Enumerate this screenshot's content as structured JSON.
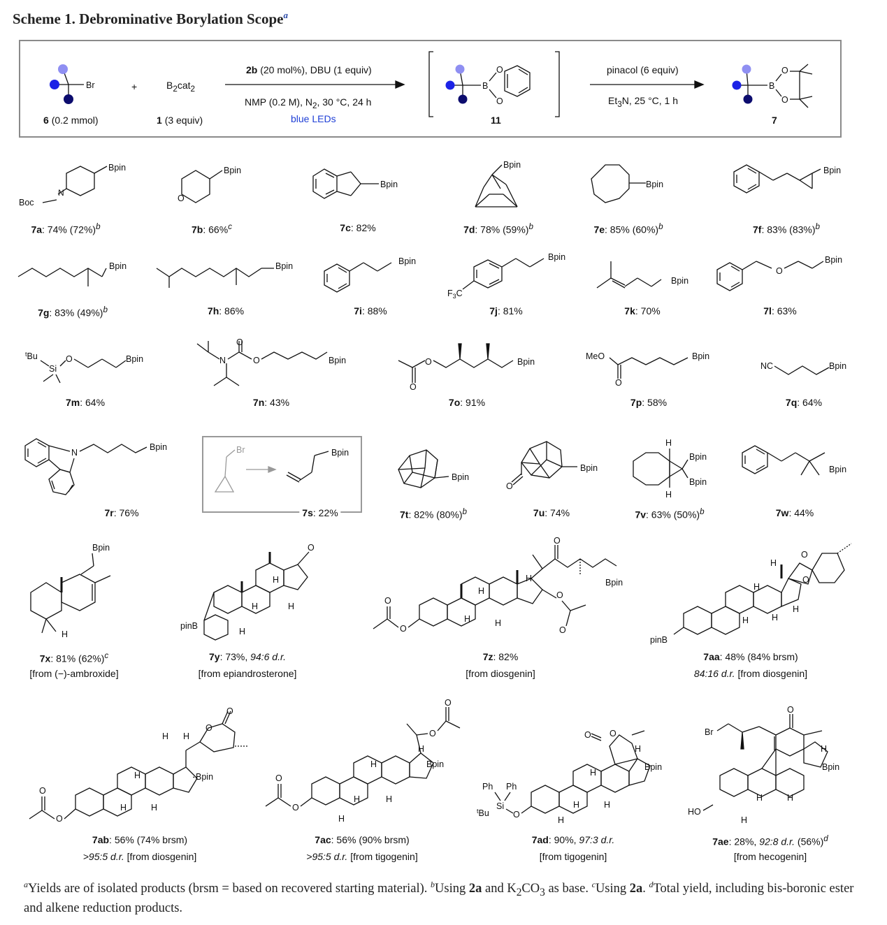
{
  "title": "Scheme 1. Debrominative Borylation Scope",
  "title_mark": "a",
  "reaction": {
    "reactant_label": "(0.2 mmol)",
    "reactant_num": "6",
    "reactant_br": "Br",
    "reagent_formula": "B",
    "reagent_sub1": "2",
    "reagent_mid": "cat",
    "reagent_sub2": "2",
    "reagent_num": "1",
    "reagent_label": "(3 equiv)",
    "plus": "+",
    "cond1_top_b": "2b",
    "cond1_top": "(20 mol%), DBU (1 equiv)",
    "cond1_bottom": "NMP (0.2 M), N",
    "cond1_bottom_sub": "2",
    "cond1_bottom_rest": ", 30 °C, 24 h",
    "cond1_light": "blue LEDs",
    "intermediate_label": "11",
    "cond2_top": "pinacol (6 equiv)",
    "cond2_bottom": "Et",
    "cond2_bottom_sub": "3",
    "cond2_bottom_rest": "N, 25 °C, 1 h",
    "product_label": "7"
  },
  "atoms": {
    "bpin": "Bpin",
    "boc": "Boc",
    "n": "N",
    "o": "O",
    "b": "B",
    "br": "Br",
    "h": "H",
    "cf3": "F",
    "si": "Si",
    "tbu": "Bu",
    "t": "t",
    "meo": "MeO",
    "nc": "NC",
    "pinb": "pinB",
    "ho": "HO",
    "ph": "Ph"
  },
  "compounds": [
    {
      "id": "7a",
      "text": ": 74% (72%)",
      "mark": "b"
    },
    {
      "id": "7b",
      "text": ": 66%",
      "mark": "c"
    },
    {
      "id": "7c",
      "text": ": 82%",
      "mark": ""
    },
    {
      "id": "7d",
      "text": ": 78% (59%)",
      "mark": "b"
    },
    {
      "id": "7e",
      "text": ": 85% (60%)",
      "mark": "b"
    },
    {
      "id": "7f",
      "text": ": 83% (83%)",
      "mark": "b"
    },
    {
      "id": "7g",
      "text": ": 83% (49%)",
      "mark": "b"
    },
    {
      "id": "7h",
      "text": ": 86%",
      "mark": ""
    },
    {
      "id": "7i",
      "text": ": 88%",
      "mark": ""
    },
    {
      "id": "7j",
      "text": ": 81%",
      "mark": ""
    },
    {
      "id": "7k",
      "text": ": 70%",
      "mark": ""
    },
    {
      "id": "7l",
      "text": ": 63%",
      "mark": ""
    },
    {
      "id": "7m",
      "text": ": 64%",
      "mark": ""
    },
    {
      "id": "7n",
      "text": ": 43%",
      "mark": ""
    },
    {
      "id": "7o",
      "text": ": 91%",
      "mark": ""
    },
    {
      "id": "7p",
      "text": ": 58%",
      "mark": ""
    },
    {
      "id": "7q",
      "text": ": 64%",
      "mark": ""
    },
    {
      "id": "7r",
      "text": ": 76%",
      "mark": ""
    },
    {
      "id": "7s",
      "text": ": 22%",
      "mark": ""
    },
    {
      "id": "7t",
      "text": ": 82% (80%)",
      "mark": "b"
    },
    {
      "id": "7u",
      "text": ": 74%",
      "mark": ""
    },
    {
      "id": "7v",
      "text": ": 63% (50%)",
      "mark": "b"
    },
    {
      "id": "7w",
      "text": ": 44%",
      "mark": ""
    },
    {
      "id": "7x",
      "text": ": 81% (62%)",
      "mark": "c",
      "sub": "[from (−)-ambroxide]"
    },
    {
      "id": "7y",
      "text": ": 73%, ",
      "dr": "94:6 d.r.",
      "sub": "[from epiandrosterone]"
    },
    {
      "id": "7z",
      "text": ": 82%",
      "sub": "[from diosgenin]"
    },
    {
      "id": "7aa",
      "text": ": 48% (84% brsm)",
      "dr": "84:16 d.r.",
      "sub": " [from diosgenin]"
    },
    {
      "id": "7ab",
      "text": ": 56% (74% brsm)",
      "dr": ">95:5 d.r.",
      "sub": " [from diosgenin]"
    },
    {
      "id": "7ac",
      "text": ": 56% (90% brsm)",
      "dr": ">95:5 d.r.",
      "sub": " [from tigogenin]"
    },
    {
      "id": "7ad",
      "text": ": 90%, ",
      "dr": "97:3 d.r.",
      "sub": "[from tigogenin]"
    },
    {
      "id": "7ae",
      "text": ": 28%, ",
      "dr": "92:8 d.r.",
      "text2": " (56%)",
      "mark": "d",
      "sub": "[from hecogenin]"
    }
  ],
  "footnote": {
    "a_mark": "a",
    "a_text": "Yields are of isolated products (brsm = based on recovered starting material). ",
    "b_mark": "b",
    "b_text1": "Using ",
    "b_bold": "2a",
    "b_text2": " and K",
    "b_sub1": "2",
    "b_text3": "CO",
    "b_sub2": "3",
    "b_text4": " as base. ",
    "c_mark": "c",
    "c_text1": "Using ",
    "c_bold": "2a",
    "c_text2": ". ",
    "d_mark": "d",
    "d_text": "Total yield, including bis-boronic ester and alkene reduction products."
  },
  "colors": {
    "dot_light": "#8f8ff2",
    "dot_mid": "#1c22e6",
    "dot_dark": "#0c0c6e",
    "link_blue": "#1f3fd6"
  }
}
